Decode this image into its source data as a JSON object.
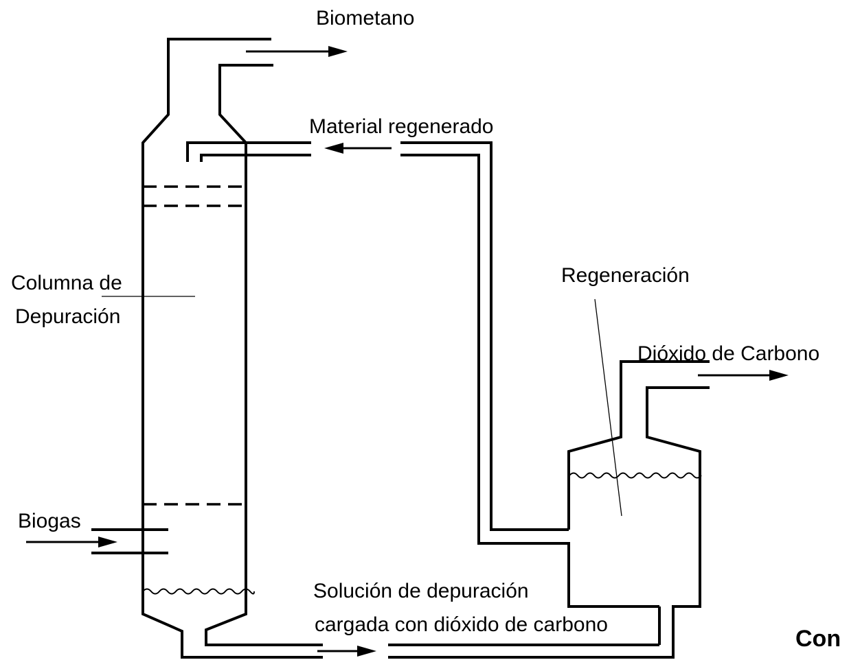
{
  "labels": {
    "biomethane": "Biometano",
    "regenerated_material": "Material regenerado",
    "column_line1": "Columna de",
    "column_line2": "Depuración",
    "regeneration": "Regeneración",
    "carbon_dioxide": "Dióxido de Carbono",
    "biogas": "Biogas",
    "solution_line1": "Solución de depuración",
    "solution_line2": "cargada con dióxido de carbono",
    "cut_off_text": "Con"
  }
}
